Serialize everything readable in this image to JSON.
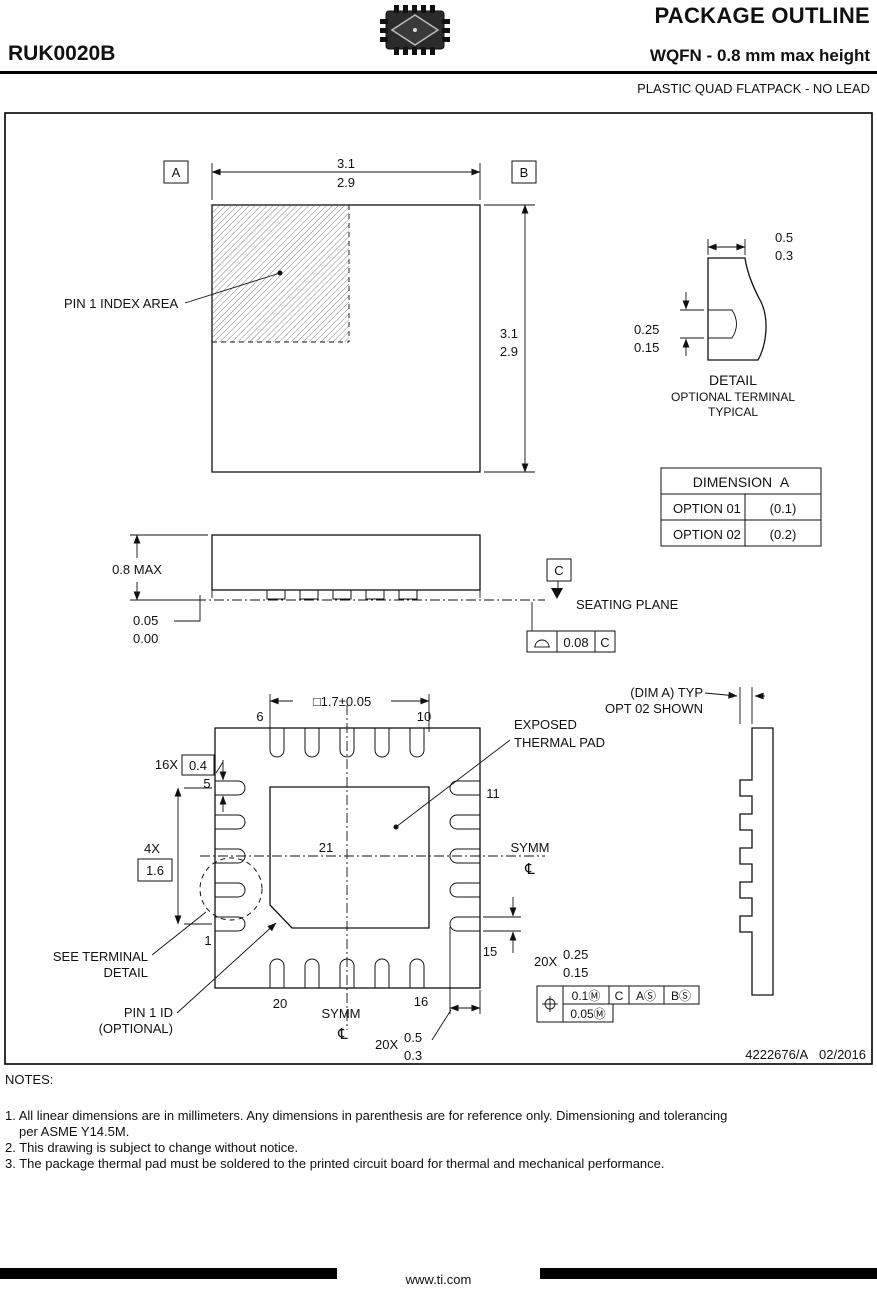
{
  "header": {
    "part_number": "RUK0020B",
    "title": "PACKAGE OUTLINE",
    "subtitle": "WQFN - 0.8 mm max height",
    "package_type": "PLASTIC QUAD FLATPACK - NO LEAD",
    "chip_icon": "qfn-chip-icon"
  },
  "top_view": {
    "datum_a": "A",
    "datum_b": "B",
    "width_max": "3.1",
    "width_min": "2.9",
    "height_max": "3.1",
    "height_min": "2.9",
    "pin1_index_label": "PIN 1 INDEX AREA"
  },
  "terminal_detail": {
    "width_max": "0.5",
    "width_min": "0.3",
    "thickness_max": "0.25",
    "thickness_min": "0.15",
    "title": "DETAIL",
    "subtitle_1": "OPTIONAL TERMINAL",
    "subtitle_2": "TYPICAL"
  },
  "dimension_table": {
    "title": "DIMENSION  A",
    "rows": [
      {
        "label": "OPTION 01",
        "value": "(0.1)"
      },
      {
        "label": "OPTION 02",
        "value": "(0.2)"
      }
    ]
  },
  "side_view": {
    "max_height": "0.8 MAX",
    "standoff_max": "0.05",
    "standoff_min": "0.00",
    "datum_c": "C",
    "seating_plane_label": "SEATING PLANE",
    "flatness_symbol_icon": "profile-of-surface-icon",
    "flatness_tolerance": "0.08",
    "flatness_datum": "C"
  },
  "bottom_view": {
    "pad_dimension": "□1.7±0.05",
    "pin_labels": {
      "p1": "1",
      "p5": "5",
      "p6": "6",
      "p10": "10",
      "p11": "11",
      "p15": "15",
      "p16": "16",
      "p20": "20",
      "p21": "21"
    },
    "exposed_pad_line1": "EXPOSED",
    "exposed_pad_line2": "THERMAL PAD",
    "lead_width_count": "16X",
    "lead_width": "0.4",
    "pitch_count": "4X",
    "pitch": "1.6",
    "symm_label_right": "SYMM",
    "symm_label_bottom": "SYMM",
    "centerline_symbol": "℄",
    "see_detail_line1": "SEE TERMINAL",
    "see_detail_line2": "DETAIL",
    "pin1_id_line1": "PIN 1 ID",
    "pin1_id_line2": "(OPTIONAL)",
    "lead_dim_count_1": "20X",
    "lead_dim_1_max": "0.25",
    "lead_dim_1_min": "0.15",
    "lead_dim_count_2": "20X",
    "lead_dim_2_max": "0.5",
    "lead_dim_2_min": "0.3",
    "fcf_position_icon": "position-tolerance-icon",
    "fcf_tolerance_1": "0.1Ⓜ",
    "fcf_datum_1": "C",
    "fcf_datum_2": "AⓈ",
    "fcf_datum_3": "BⓈ",
    "fcf_tolerance_2": "0.05Ⓜ",
    "dim_a_note_line1": "(DIM A) TYP",
    "dim_a_note_line2": "OPT 02 SHOWN"
  },
  "title_block": {
    "doc_number": "4222676/A   02/2016"
  },
  "notes": {
    "title": "NOTES:",
    "n1a": "1. All linear dimensions are in millimeters. Any dimensions in parenthesis are for reference only. Dimensioning and tolerancing",
    "n1b": "per ASME Y14.5M.",
    "n2": "2. This drawing is subject to change without notice.",
    "n3": "3. The package thermal pad must be soldered to the printed circuit board for thermal and mechanical performance."
  },
  "footer": {
    "url": "www.ti.com"
  }
}
